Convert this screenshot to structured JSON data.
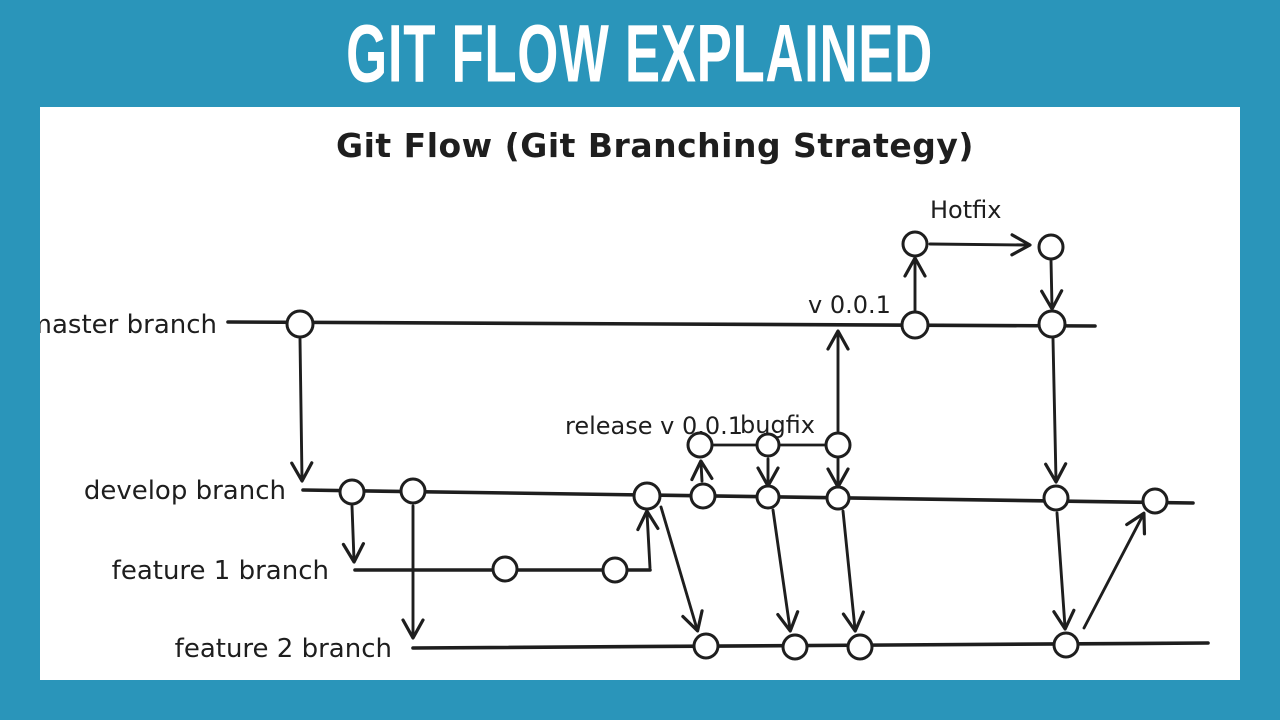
{
  "banner": {
    "title": "GIT FLOW EXPLAINED"
  },
  "diagram": {
    "title": "Git Flow (Git Branching Strategy)",
    "branches": {
      "master": {
        "label": "master branch"
      },
      "develop": {
        "label": "develop branch"
      },
      "feature1": {
        "label": "feature 1 branch"
      },
      "feature2": {
        "label": "feature 2 branch"
      }
    },
    "annotations": {
      "release": "release v 0.0.1",
      "bugfix": "bugfix",
      "hotfix": "Hotfix",
      "version": "v 0.0.1"
    },
    "commit_counts": {
      "master": 3,
      "develop": 8,
      "feature1": 2,
      "feature2": 4,
      "release": 3,
      "hotfix": 2
    }
  },
  "colors": {
    "banner": "#2a95ba",
    "ink": "#1e1e1e",
    "panel": "#ffffff",
    "title-text": "#ffffff"
  }
}
